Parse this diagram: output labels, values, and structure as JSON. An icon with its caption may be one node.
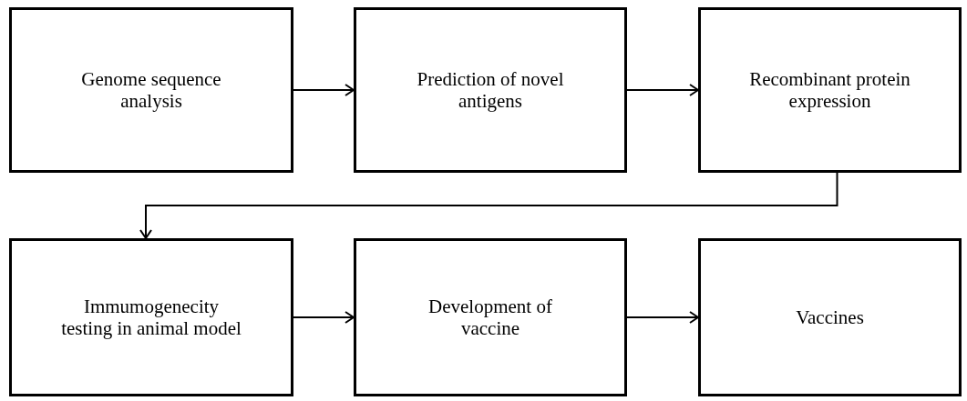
{
  "diagram": {
    "nodes": [
      {
        "text": [
          "Genome sequence analysis"
        ]
      },
      {
        "text": [
          "Prediction of novel antigens"
        ]
      },
      {
        "text": [
          "Recombinant protein expression"
        ]
      },
      {
        "text": [
          "Immumogenecity testing in animal model"
        ]
      },
      {
        "text": [
          "Development of vaccine"
        ]
      },
      {
        "text": [
          "Vaccines"
        ]
      }
    ],
    "edges": [
      {
        "from": 0,
        "to": 1,
        "arrow": "to"
      },
      {
        "from": 1,
        "to": 2,
        "arrow": "to"
      },
      {
        "from": 2,
        "to": 3,
        "arrow": "to"
      },
      {
        "from": 3,
        "to": 4,
        "arrow": "to"
      },
      {
        "from": 4,
        "to": 5,
        "arrow": "to"
      }
    ]
  }
}
